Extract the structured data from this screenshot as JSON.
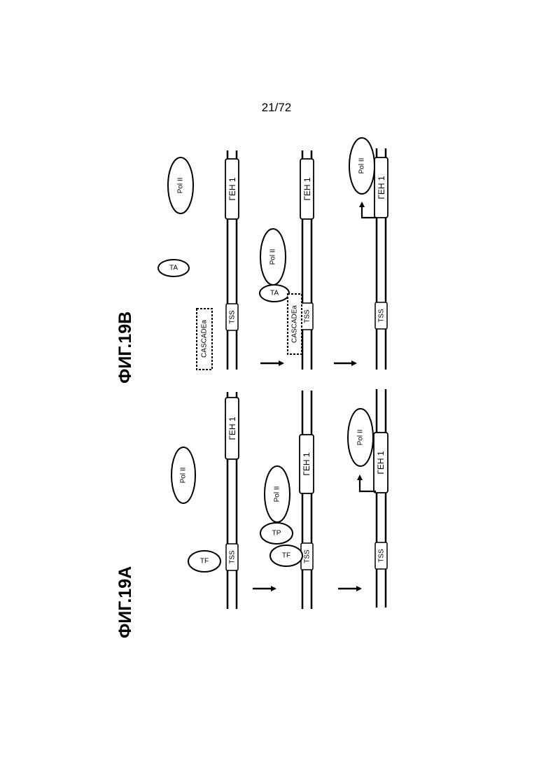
{
  "page_number": "21/72",
  "figures": {
    "a": {
      "label": "ФИГ.19А",
      "gene": "ГЕН 1",
      "tss": "TSS",
      "pol": "Pol II",
      "factor_tf": "TF",
      "factor_tp": "TP"
    },
    "b": {
      "label": "ФИГ.19В",
      "gene": "ГЕН 1",
      "tss": "TSS",
      "pol": "Pol II",
      "factor_ta": "TA",
      "cascade": "CASCADEa"
    }
  }
}
